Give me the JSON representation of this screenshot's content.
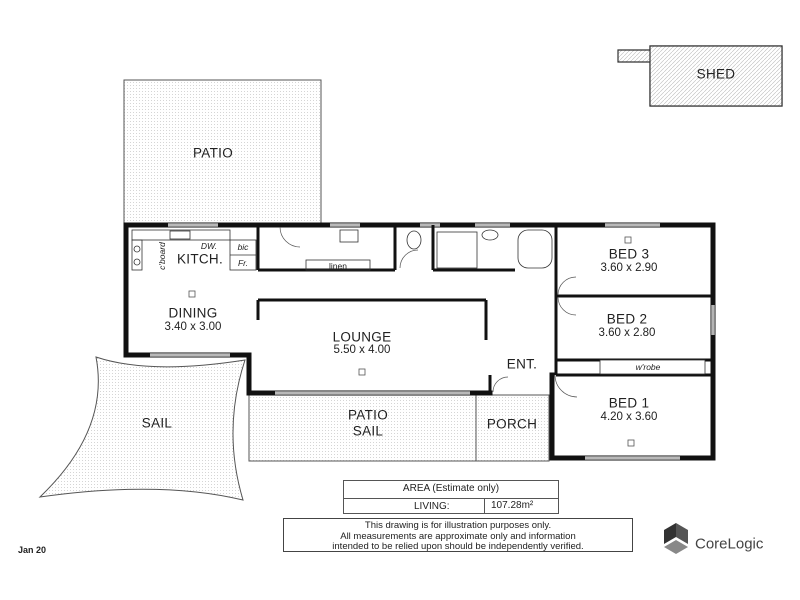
{
  "rooms": {
    "shed": "SHED",
    "patio": "PATIO",
    "kitchen": "KITCH.",
    "dw": "DW.",
    "bic": "bic",
    "fr": "Fr.",
    "linen": "linen",
    "bed3": "BED 3",
    "bed3_dim": "3.60 x 2.90",
    "dining": "DINING",
    "dining_dim": "3.40 x 3.00",
    "lounge": "LOUNGE",
    "lounge_dim": "5.50 x 4.00",
    "bed2": "BED 2",
    "bed2_dim": "3.60 x 2.80",
    "wrobe": "w'robe",
    "ent": "ENT.",
    "bed1": "BED 1",
    "bed1_dim": "4.20 x 3.60",
    "sail": "SAIL",
    "patio_sail_1": "PATIO",
    "patio_sail_2": "SAIL",
    "porch": "PORCH",
    "cupboard": "c'board"
  },
  "area": {
    "title": "AREA (Estimate only)",
    "label": "LIVING:",
    "value": "107.28m²"
  },
  "disclaimer": {
    "line1": "This drawing is for illustration purposes only.",
    "line2": "All measurements are approximate only and information",
    "line3": "intended to be relied upon should be independently verified."
  },
  "date": "Jan 20",
  "brand": "CoreLogic",
  "brand_icon": "corelogic-logo-icon"
}
